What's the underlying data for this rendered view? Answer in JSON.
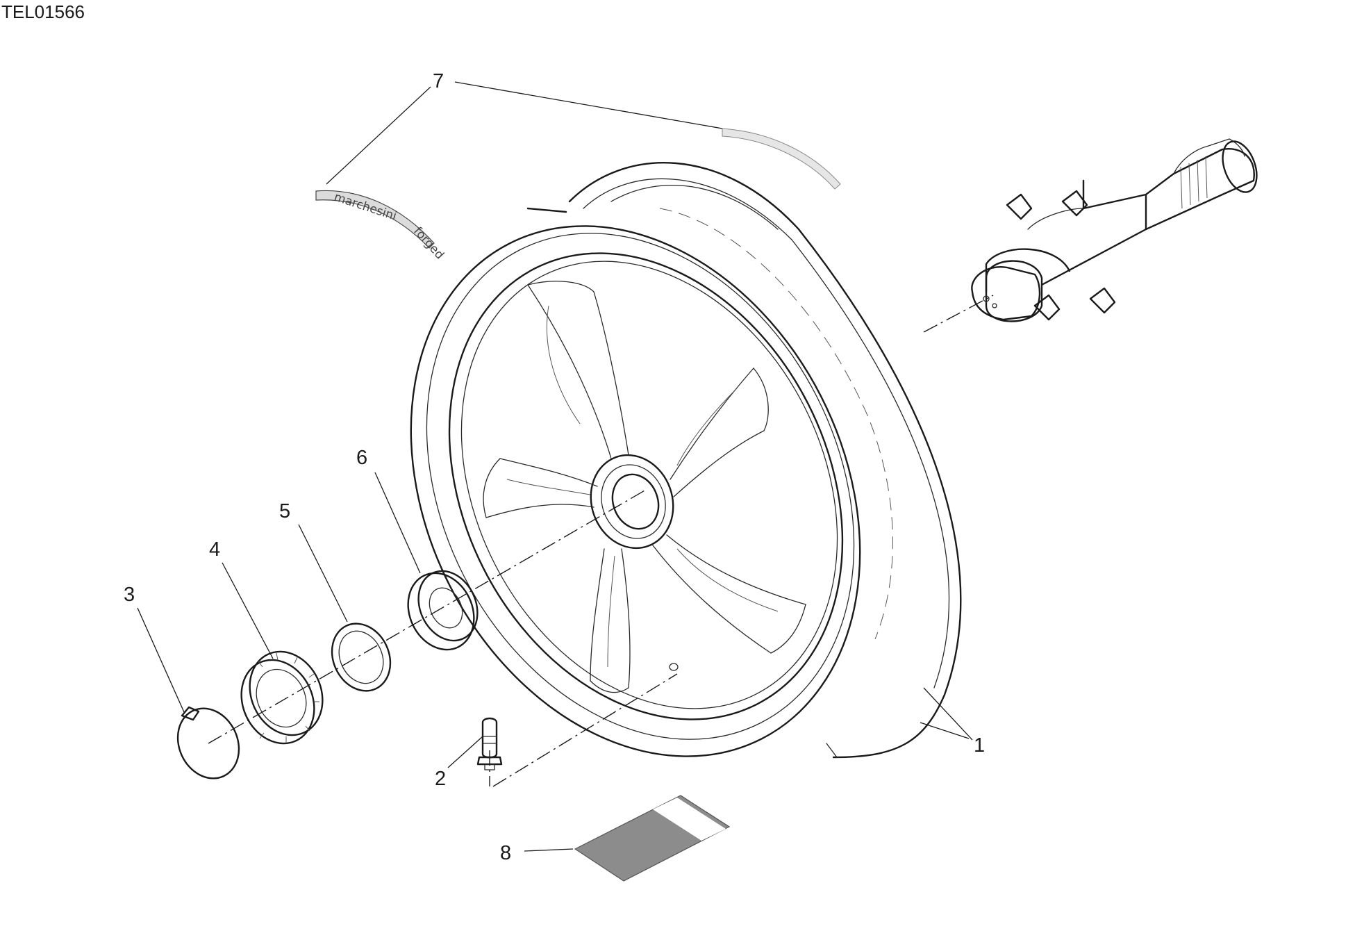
{
  "drawing_code": "TEL01566",
  "callouts": [
    {
      "id": "label-1",
      "text": "1"
    },
    {
      "id": "label-2",
      "text": "2"
    },
    {
      "id": "label-3",
      "text": "3"
    },
    {
      "id": "label-4",
      "text": "4"
    },
    {
      "id": "label-5",
      "text": "5"
    },
    {
      "id": "label-6",
      "text": "6"
    },
    {
      "id": "label-7",
      "text": "7"
    },
    {
      "id": "label-8",
      "text": "8"
    }
  ],
  "decal": {
    "brand": "marchesini",
    "sub": "forged"
  },
  "colors": {
    "line": "#1a1a1a",
    "decal_fill": "#dcdcdc",
    "card_fill": "#8c8c8c"
  }
}
